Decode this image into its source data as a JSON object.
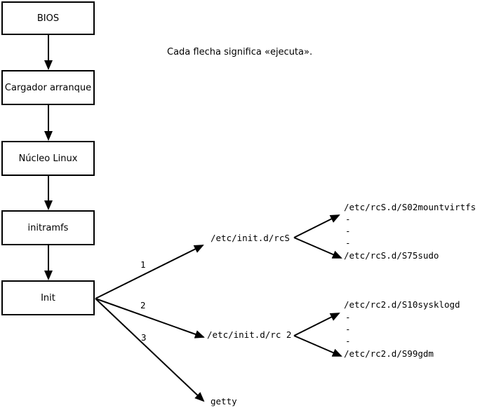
{
  "note": "Cada flecha significa «ejecuta».",
  "boot_chain": [
    {
      "label": "BIOS"
    },
    {
      "label": "Cargador arranque"
    },
    {
      "label": "Núcleo Linux"
    },
    {
      "label": "initramfs"
    },
    {
      "label": "Init"
    }
  ],
  "init_branches": [
    {
      "number": "1",
      "target": "/etc/init.d/rcS"
    },
    {
      "number": "2",
      "target": "/etc/init.d/rc 2"
    },
    {
      "number": "3",
      "target": "getty"
    }
  ],
  "fans": [
    {
      "first": "/etc/rcS.d/S02mountvirtfs",
      "dots": [
        "-",
        "-",
        "-"
      ],
      "last": "/etc/rcS.d/S75sudo"
    },
    {
      "first": "/etc/rc2.d/S10sysklogd",
      "dots": [
        "-",
        "-",
        "-"
      ],
      "last": "/etc/rc2.d/S99gdm"
    }
  ],
  "colors": {
    "background": "#ffffff",
    "line": "#000000",
    "text": "#000000"
  }
}
